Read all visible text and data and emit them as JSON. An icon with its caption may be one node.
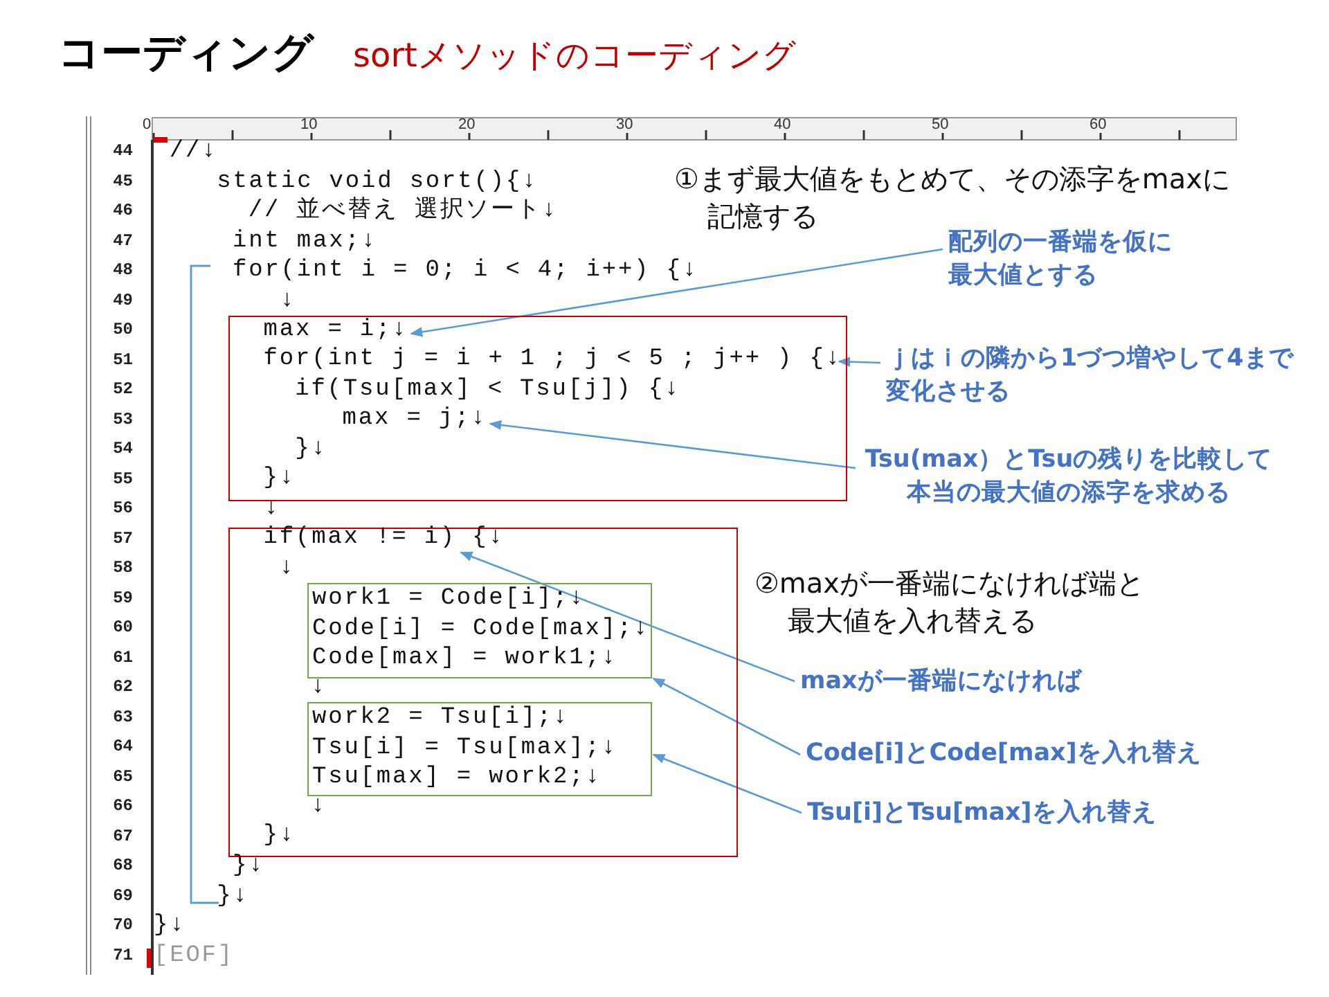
{
  "diagram": {
    "title": "コーディング",
    "nodes": [
      {
        "text": [
          "max = i;↓",
          "for(int j = i + 1 ; j < 5 ; j++ ) {↓",
          "if(Tsu[max] < Tsu[j]) {↓",
          "max = j;↓",
          "}↓",
          "}↓"
        ]
      },
      {
        "text": [
          "if(max != i) {↓",
          "↓",
          "↓",
          "↓",
          "}↓"
        ]
      },
      {
        "text": [
          "work1 = Code[i];↓",
          "Code[i] = Code[max];↓",
          "Code[max] = work1;↓"
        ],
        "in": 1
      },
      {
        "text": [
          "work2 = Tsu[i];↓",
          "Tsu[i] = Tsu[max];↓",
          "Tsu[max] = work2;↓"
        ],
        "in": 1
      },
      {
        "text": [
          "配列の一番端を仮に最大値とする"
        ]
      },
      {
        "text": [
          "ｊはｉの隣から1づつ増やして4まで変化させる"
        ]
      },
      {
        "text": [
          "Tsu(max）とTsuの残りを比較して本当の最大値の添字を求める"
        ]
      },
      {
        "text": [
          "maxが一番端になければ"
        ]
      },
      {
        "text": [
          "Code[i]とCode[max]を入れ替え"
        ]
      },
      {
        "text": [
          "Tsu[i]とTsu[max]を入れ替え"
        ]
      }
    ],
    "edges": [
      {
        "from": 4,
        "to": 0,
        "arrow": "to"
      },
      {
        "from": 5,
        "to": 0,
        "arrow": "to"
      },
      {
        "from": 6,
        "to": 0,
        "arrow": "to"
      },
      {
        "from": 7,
        "to": 1,
        "arrow": "to"
      },
      {
        "from": 8,
        "to": 2,
        "arrow": "to"
      },
      {
        "from": 9,
        "to": 3,
        "arrow": "to"
      }
    ],
    "labels": [
      "sortメソッドのコーディング",
      "0",
      "10",
      "20",
      "30",
      "40",
      "50",
      "60",
      "44",
      "//↓",
      "45",
      "static void sort(){↓",
      "46",
      "// 並べ替え 選択ソート↓",
      "47",
      "int max;↓",
      "48",
      "for(int i = 0; i < 4; i++) {↓",
      "49",
      "↓",
      "50",
      "51",
      "52",
      "53",
      "54",
      "55",
      "56",
      "↓",
      "57",
      "58",
      "59",
      "60",
      "61",
      "62",
      "63",
      "64",
      "65",
      "66",
      "67",
      "68",
      "}↓",
      "69",
      "}↓",
      "70",
      "}↓",
      "71",
      "[EOF]",
      "①まず最大値をもとめて、その添字をmaxに記憶する",
      "②maxが一番端になければ端と最大値を入れ替える"
    ]
  }
}
